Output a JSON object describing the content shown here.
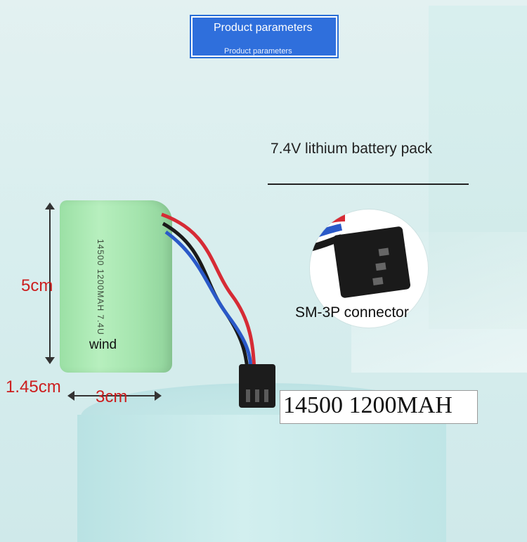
{
  "header": {
    "title": "Product parameters",
    "subtitle": "Product parameters"
  },
  "product": {
    "title": "7.4V lithium battery pack",
    "battery_print": "14500 1200MAH 7.4U",
    "wind_label": "wind"
  },
  "dimensions": {
    "height": "5cm",
    "width": "3cm",
    "depth": "1.45cm"
  },
  "connector": {
    "label": "SM-3P connector"
  },
  "spec": {
    "label": "14500 1200MAH"
  },
  "colors": {
    "header_bg": "#2f6fdc",
    "dimension_text": "#cc1e1e",
    "battery_green": "#a4e4ad",
    "wire_red": "#d62b35",
    "wire_black": "#1a1a1a",
    "wire_blue": "#2a59c8"
  }
}
